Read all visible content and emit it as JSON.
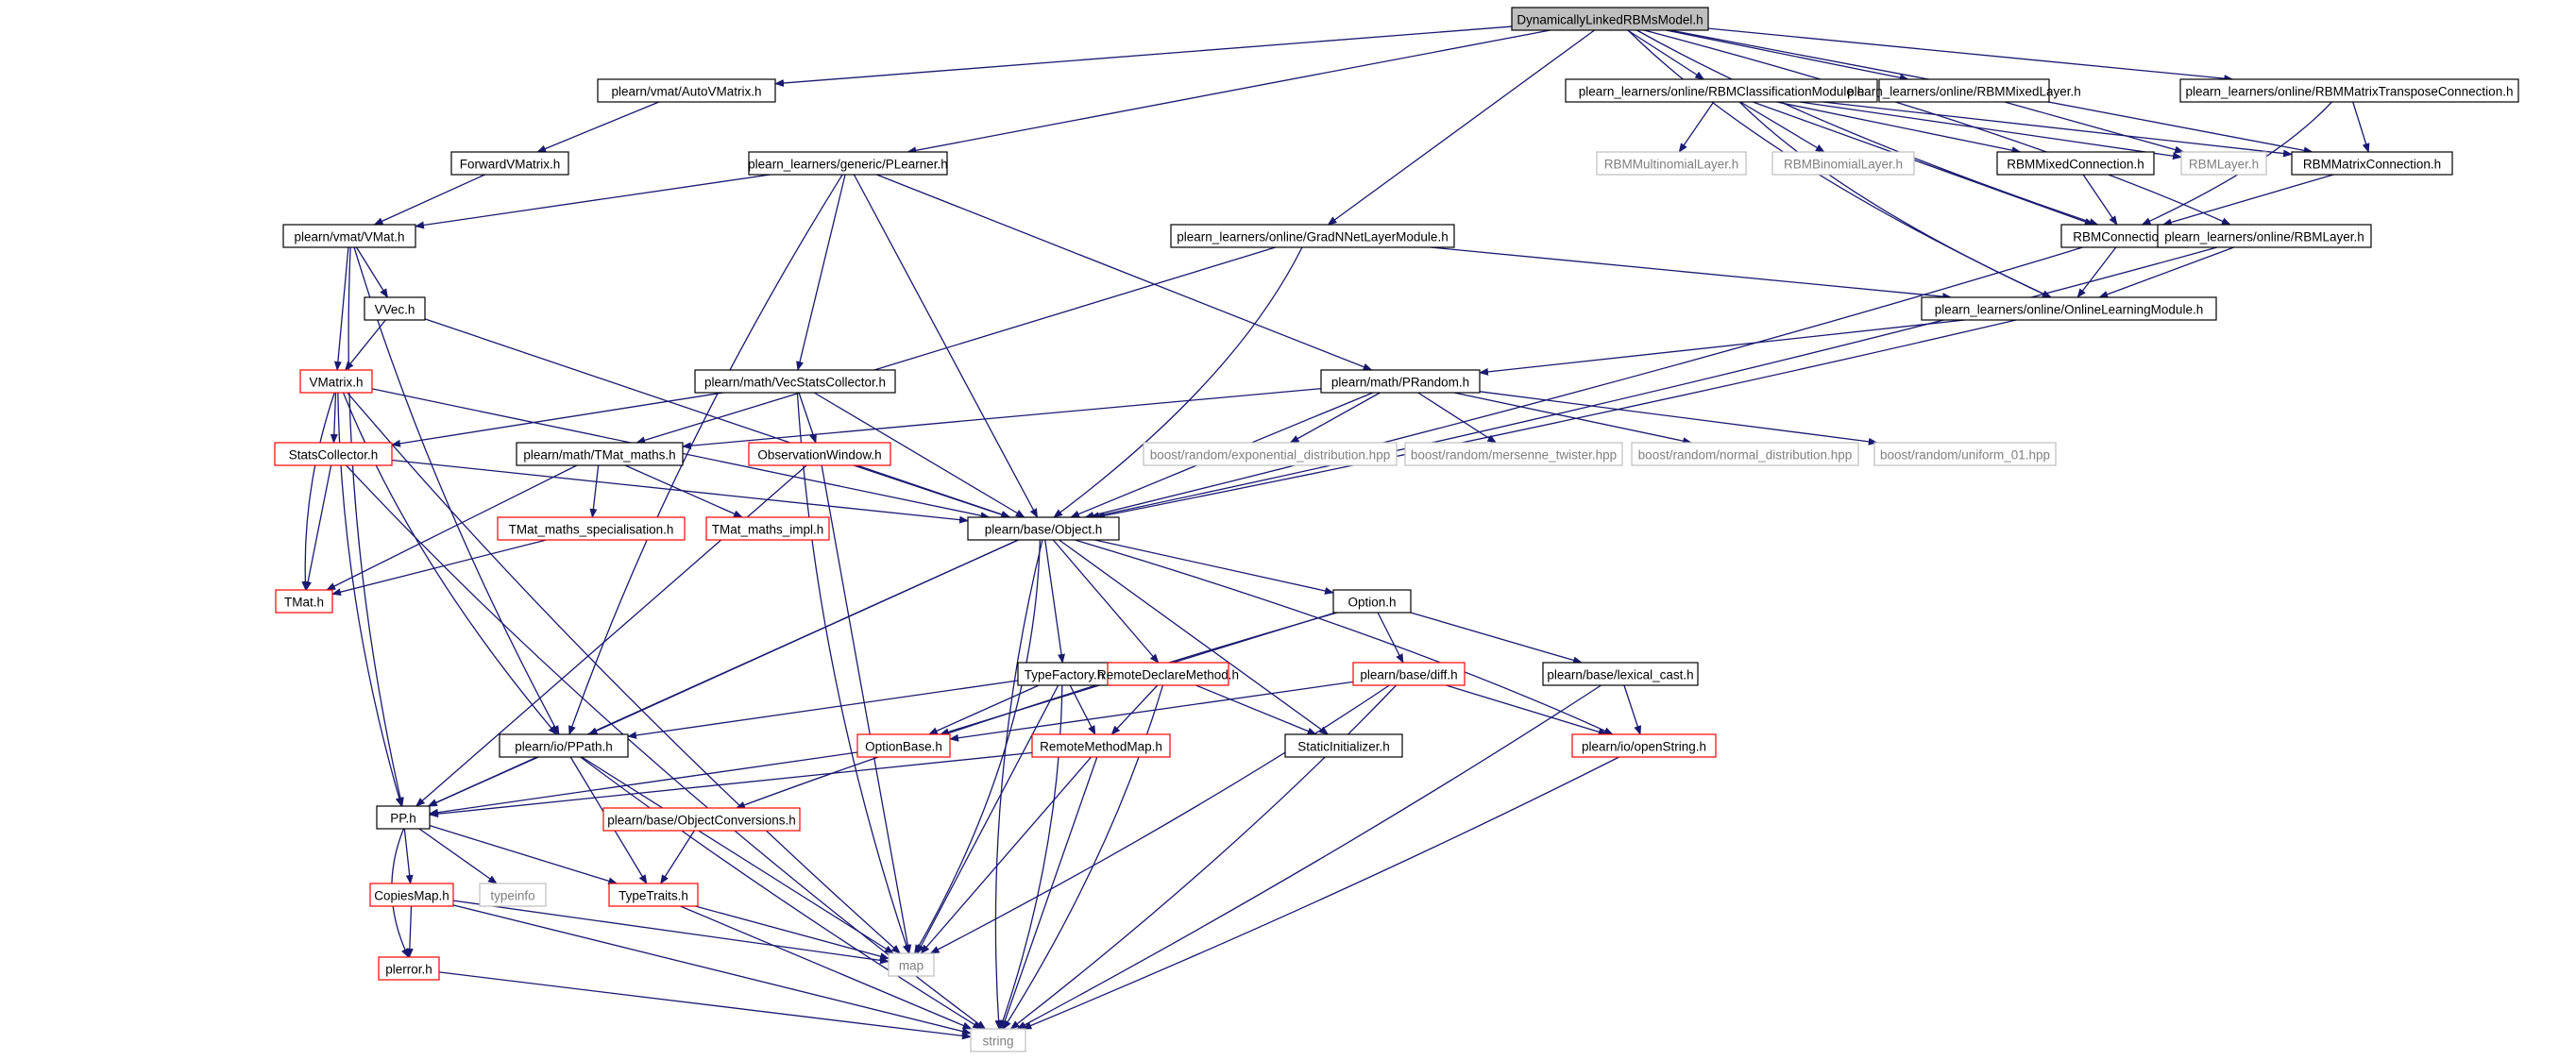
{
  "colors": {
    "edge": "#191970",
    "box_normal": "#000000",
    "box_truncated": "#ff0000",
    "box_external": "#bfbfbf",
    "box_root_fill": "#bfbfbf",
    "text_normal": "#000000",
    "text_external": "#7f7f7f"
  },
  "diagram": {
    "nodes": [
      {
        "id": "root",
        "label": "DynamicallyLinkedRBMsModel.h",
        "kind": "root"
      },
      {
        "id": "autovmatrix",
        "label": "plearn/vmat/AutoVMatrix.h",
        "kind": "normal"
      },
      {
        "id": "rbmclass",
        "label": "plearn_learners/online/RBMClassificationModule.h",
        "kind": "normal"
      },
      {
        "id": "rbmmixedlayer",
        "label": "plearn_learners/online/RBMMixedLayer.h",
        "kind": "normal"
      },
      {
        "id": "rbmmtc",
        "label": "plearn_learners/online/RBMMatrixTransposeConnection.h",
        "kind": "normal"
      },
      {
        "id": "forwardvmatrix",
        "label": "ForwardVMatrix.h",
        "kind": "normal"
      },
      {
        "id": "plearner",
        "label": "plearn_learners/generic/PLearner.h",
        "kind": "normal"
      },
      {
        "id": "rbmmultinomial",
        "label": "RBMMultinomialLayer.h",
        "kind": "external"
      },
      {
        "id": "rbmbinomial",
        "label": "RBMBinomialLayer.h",
        "kind": "external"
      },
      {
        "id": "rbmmixedconn",
        "label": "RBMMixedConnection.h",
        "kind": "normal"
      },
      {
        "id": "rbmlayerh",
        "label": "RBMLayer.h",
        "kind": "external"
      },
      {
        "id": "rbmmatrixconn",
        "label": "RBMMatrixConnection.h",
        "kind": "normal"
      },
      {
        "id": "vmat",
        "label": "plearn/vmat/VMat.h",
        "kind": "normal"
      },
      {
        "id": "gradnnet",
        "label": "plearn_learners/online/GradNNetLayerModule.h",
        "kind": "normal"
      },
      {
        "id": "rbmconnection",
        "label": "RBMConnection.h",
        "kind": "normal"
      },
      {
        "id": "onlinerbmlayer",
        "label": "plearn_learners/online/RBMLayer.h",
        "kind": "normal"
      },
      {
        "id": "vvec",
        "label": "VVec.h",
        "kind": "normal"
      },
      {
        "id": "onlinelm",
        "label": "plearn_learners/online/OnlineLearningModule.h",
        "kind": "normal"
      },
      {
        "id": "vmatrix",
        "label": "VMatrix.h",
        "kind": "truncated"
      },
      {
        "id": "vecstats",
        "label": "plearn/math/VecStatsCollector.h",
        "kind": "normal"
      },
      {
        "id": "prandom",
        "label": "plearn/math/PRandom.h",
        "kind": "normal"
      },
      {
        "id": "statscollector",
        "label": "StatsCollector.h",
        "kind": "truncated"
      },
      {
        "id": "tmatmaths",
        "label": "plearn/math/TMat_maths.h",
        "kind": "normal"
      },
      {
        "id": "obswindow",
        "label": "ObservationWindow.h",
        "kind": "truncated"
      },
      {
        "id": "boostexp",
        "label": "boost/random/exponential_distribution.hpp",
        "kind": "external"
      },
      {
        "id": "boostmt",
        "label": "boost/random/mersenne_twister.hpp",
        "kind": "external"
      },
      {
        "id": "boostnormal",
        "label": "boost/random/normal_distribution.hpp",
        "kind": "external"
      },
      {
        "id": "boostuniform",
        "label": "boost/random/uniform_01.hpp",
        "kind": "external"
      },
      {
        "id": "tmatspec",
        "label": "TMat_maths_specialisation.h",
        "kind": "truncated"
      },
      {
        "id": "tmatimpl",
        "label": "TMat_maths_impl.h",
        "kind": "truncated"
      },
      {
        "id": "object",
        "label": "plearn/base/Object.h",
        "kind": "normal"
      },
      {
        "id": "tmat",
        "label": "TMat.h",
        "kind": "truncated"
      },
      {
        "id": "option",
        "label": "Option.h",
        "kind": "normal"
      },
      {
        "id": "diff",
        "label": "plearn/base/diff.h",
        "kind": "truncated"
      },
      {
        "id": "typefactory",
        "label": "TypeFactory.h",
        "kind": "normal"
      },
      {
        "id": "remotedecl",
        "label": "RemoteDeclareMethod.h",
        "kind": "truncated"
      },
      {
        "id": "lexicalcast",
        "label": "plearn/base/lexical_cast.h",
        "kind": "normal"
      },
      {
        "id": "ppath",
        "label": "plearn/io/PPath.h",
        "kind": "normal"
      },
      {
        "id": "optionbase",
        "label": "OptionBase.h",
        "kind": "truncated"
      },
      {
        "id": "remotemethodmap",
        "label": "RemoteMethodMap.h",
        "kind": "truncated"
      },
      {
        "id": "staticinit",
        "label": "StaticInitializer.h",
        "kind": "normal"
      },
      {
        "id": "openstring",
        "label": "plearn/io/openString.h",
        "kind": "truncated"
      },
      {
        "id": "pp",
        "label": "PP.h",
        "kind": "normal"
      },
      {
        "id": "objconv",
        "label": "plearn/base/ObjectConversions.h",
        "kind": "truncated"
      },
      {
        "id": "copiesmap",
        "label": "CopiesMap.h",
        "kind": "truncated"
      },
      {
        "id": "typeinfo",
        "label": "typeinfo",
        "kind": "external"
      },
      {
        "id": "typetraits",
        "label": "TypeTraits.h",
        "kind": "truncated"
      },
      {
        "id": "map",
        "label": "map",
        "kind": "external"
      },
      {
        "id": "plerror",
        "label": "plerror.h",
        "kind": "truncated"
      },
      {
        "id": "string",
        "label": "string",
        "kind": "external"
      }
    ]
  }
}
